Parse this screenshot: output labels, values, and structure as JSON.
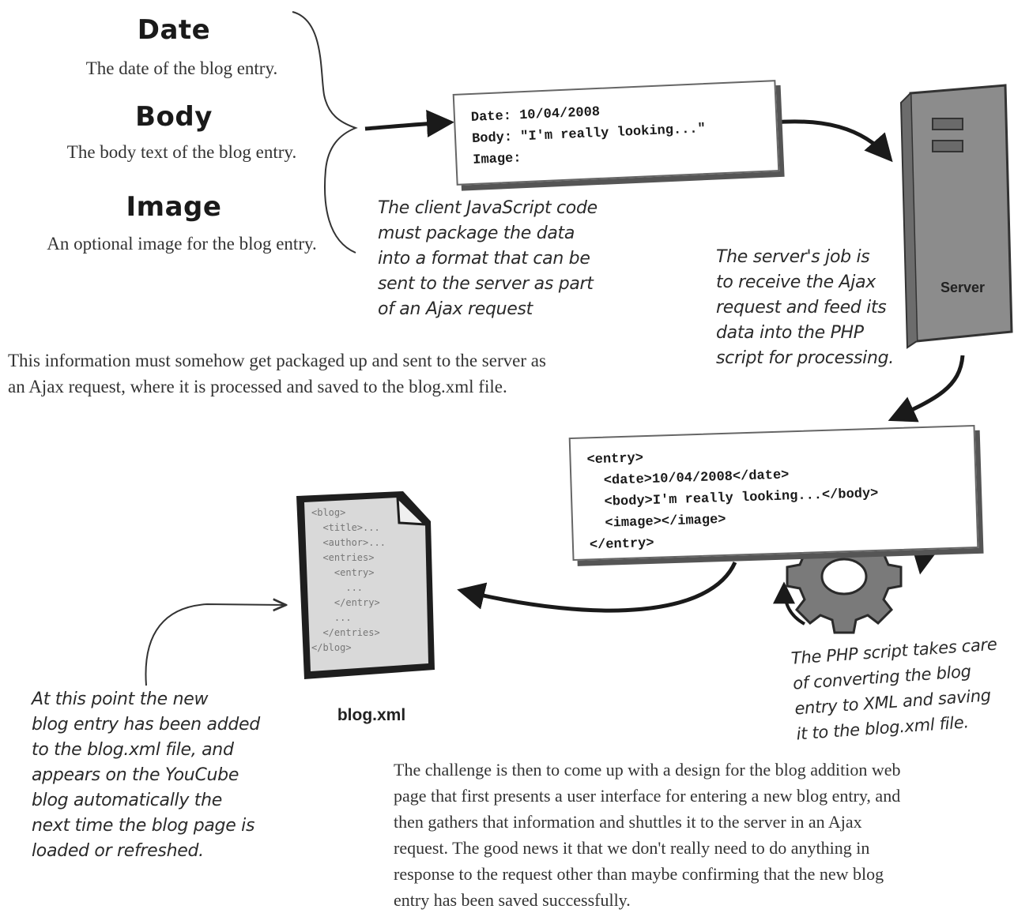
{
  "fields": [
    {
      "title": "Date",
      "desc": "The date of the blog entry."
    },
    {
      "title": "Body",
      "desc": "The body text of the blog entry."
    },
    {
      "title": "Image",
      "desc": "An optional image for the blog entry."
    }
  ],
  "request_card": {
    "lines": [
      "Date: 10/04/2008",
      "Body: \"I'm really looking...\"",
      "Image:"
    ]
  },
  "client_note": [
    "The client JavaScript code",
    "must package the data",
    "into a format that can be",
    "sent to the server as part",
    "of an Ajax request"
  ],
  "server_label": "Server",
  "server_note": [
    "The server's job is",
    "to receive the Ajax",
    "request and feed its",
    "data into the PHP",
    "script for processing."
  ],
  "info_text": [
    "This information must somehow get packaged up and sent to the server as",
    "an Ajax request, where it is processed and saved to the blog.xml file."
  ],
  "xml_card": {
    "lines": [
      "<entry>",
      "  <date>10/04/2008</date>",
      "  <body>I'm really looking...</body>",
      "  <image></image>",
      "</entry>"
    ]
  },
  "php_note": [
    "The PHP script takes care",
    "of converting the blog",
    "entry to XML and saving",
    "it to the blog.xml file."
  ],
  "blog_file": {
    "lines": [
      "<blog>",
      "  <title>...",
      "  <author>...",
      "  <entries>",
      "    <entry>",
      "      ...",
      "    </entry>",
      "    ...",
      "  </entries>",
      "</blog>"
    ],
    "label": "blog.xml"
  },
  "added_note": [
    "At this point the new",
    "blog entry has been added",
    "to the blog.xml file, and",
    "appears on the YouCube",
    "blog automatically the",
    "next time the blog page is",
    "loaded or refreshed."
  ],
  "challenge_text": [
    "The challenge is then to come up with a design for the blog addition web",
    "page that first presents a user interface for entering a new blog entry, and",
    "then gathers that information and shuttles it to the server in an Ajax",
    "request. The good news it that we don't really need to do anything in",
    "response to the request other than maybe confirming that the new blog",
    "entry has been saved successfully."
  ]
}
